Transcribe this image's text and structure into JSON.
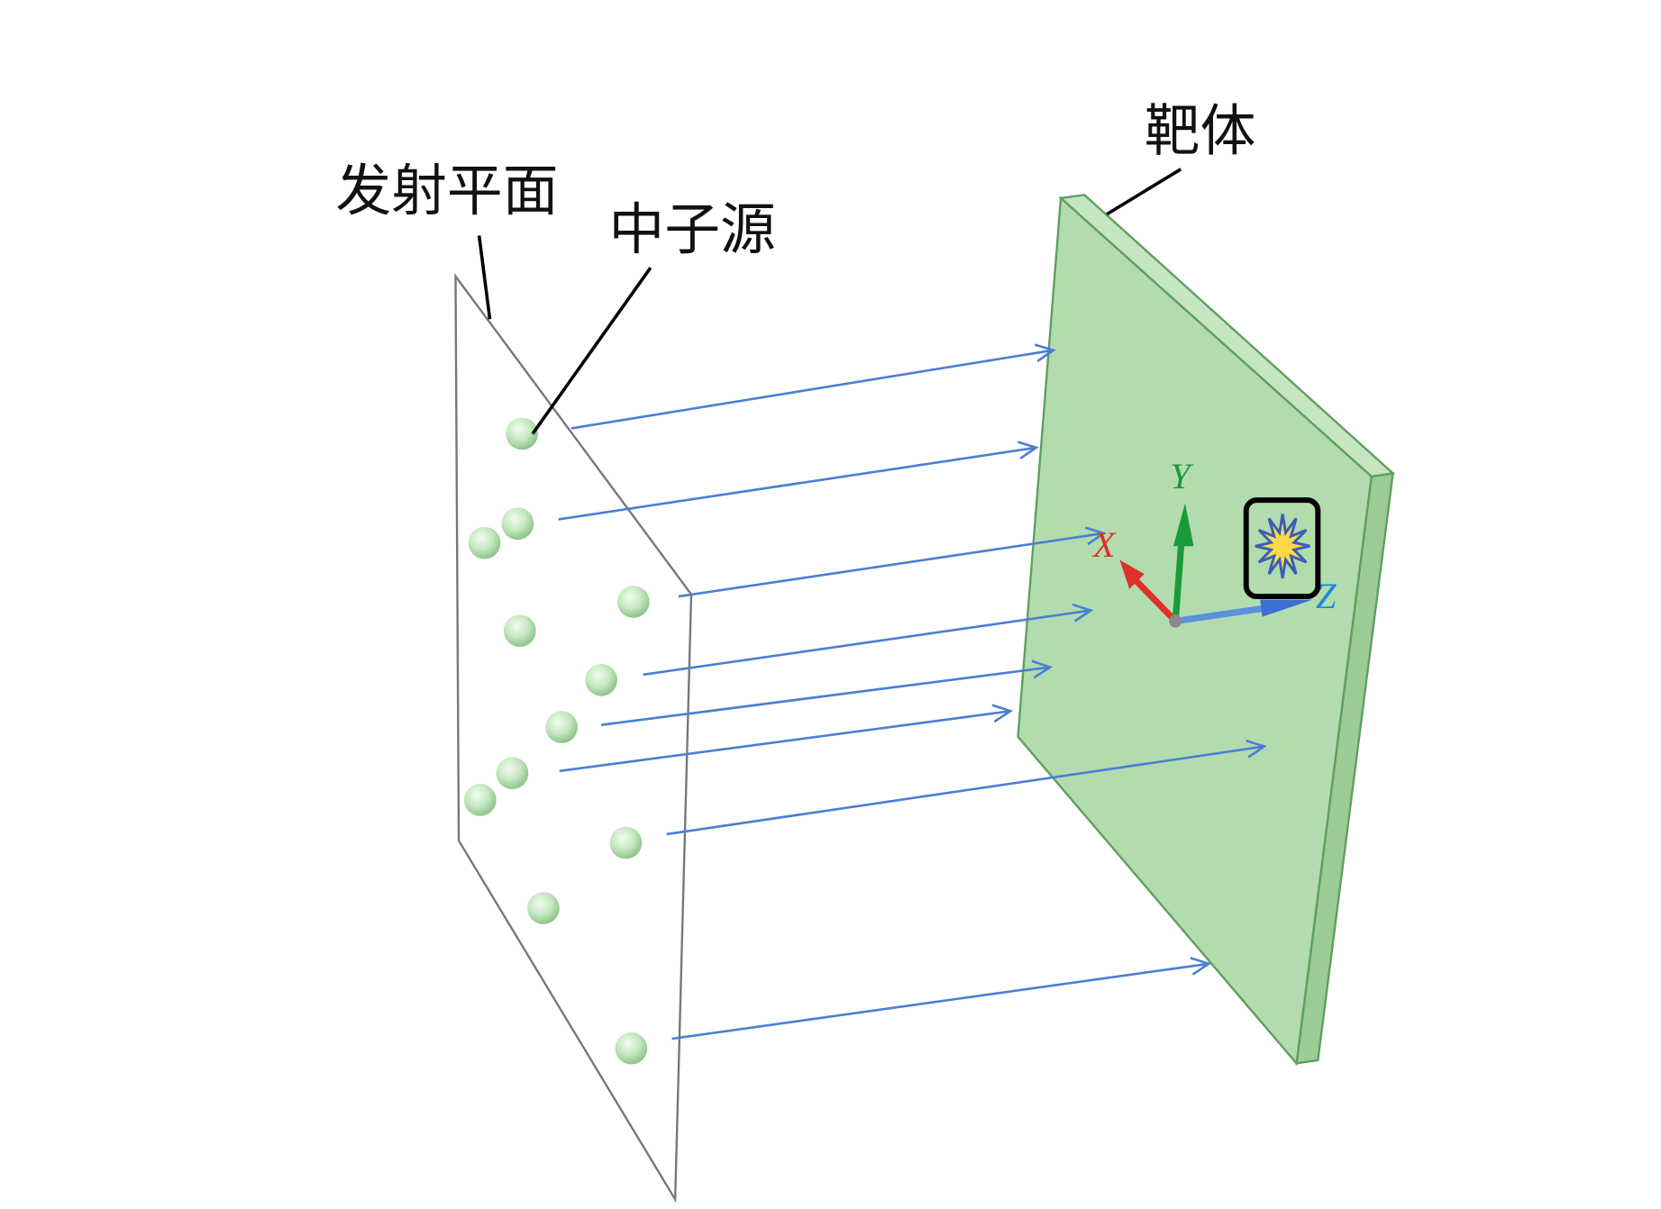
{
  "labels": {
    "emission_plane": "发射平面",
    "neutron_source": "中子源",
    "target": "靶体"
  },
  "axes": {
    "x": "X",
    "y": "Y",
    "z": "Z"
  },
  "colors": {
    "target_face": "#b3dcae",
    "target_edge": "#5e9f5e",
    "arrow": "#4a7fd4",
    "axis_x": "#e0302a",
    "axis_y": "#1a9a3a",
    "axis_z": "#1a8ad8",
    "sphere": "#c5e8c0"
  },
  "icons": [
    "starburst-detector-icon"
  ]
}
